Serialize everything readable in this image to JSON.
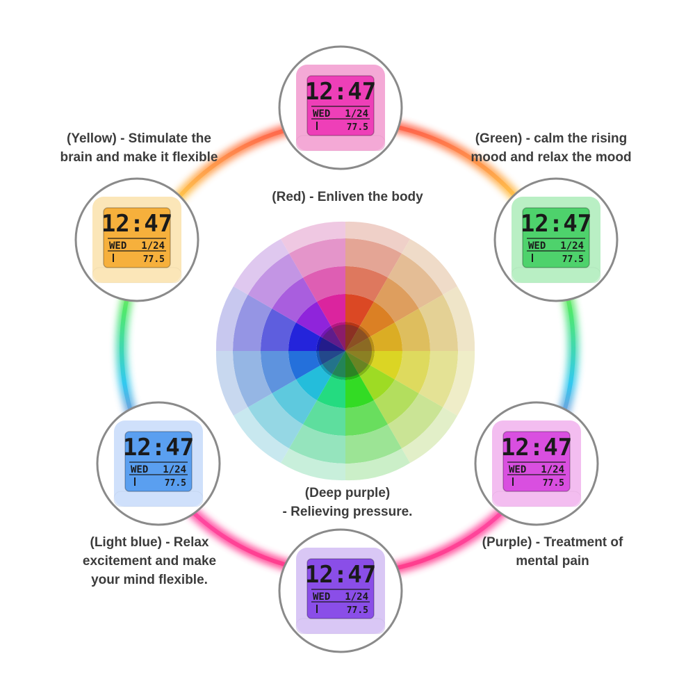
{
  "captions": {
    "red": "(Red) - Enliven the body",
    "yellow": [
      "(Yellow) - Stimulate the",
      "brain and make it flexible"
    ],
    "green": [
      "(Green) - calm the rising",
      "mood and relax the mood"
    ],
    "light_blue": [
      "(Light blue) - Relax",
      "excitement and make",
      "your mind flexible."
    ],
    "deep_purple": [
      "(Deep purple)",
      "- Relieving pressure."
    ],
    "purple": [
      "(Purple) - Treatment of",
      "mental pain"
    ]
  },
  "clock_display": {
    "time": "12:47",
    "day": "WED",
    "date": "1/24",
    "temp": "77.5"
  },
  "clocks": [
    {
      "id": "red",
      "body": "#f4a9d6",
      "screen": "#ee3fb8"
    },
    {
      "id": "yellow",
      "body": "#fbe6b8",
      "screen": "#f6b03c"
    },
    {
      "id": "green",
      "body": "#b9efc4",
      "screen": "#4ed26c"
    },
    {
      "id": "light-blue",
      "body": "#cfe0fb",
      "screen": "#5a9ff0"
    },
    {
      "id": "deep-purple",
      "body": "#d9c7f5",
      "screen": "#8a4ee8"
    },
    {
      "id": "purple",
      "body": "#f3bdf0",
      "screen": "#d94fe0"
    }
  ],
  "ring_colors": [
    "#f5507a",
    "#ff8a2a",
    "#fff04a",
    "#55e85a",
    "#2fd8d0",
    "#3b7af5",
    "#ff3fb0"
  ]
}
